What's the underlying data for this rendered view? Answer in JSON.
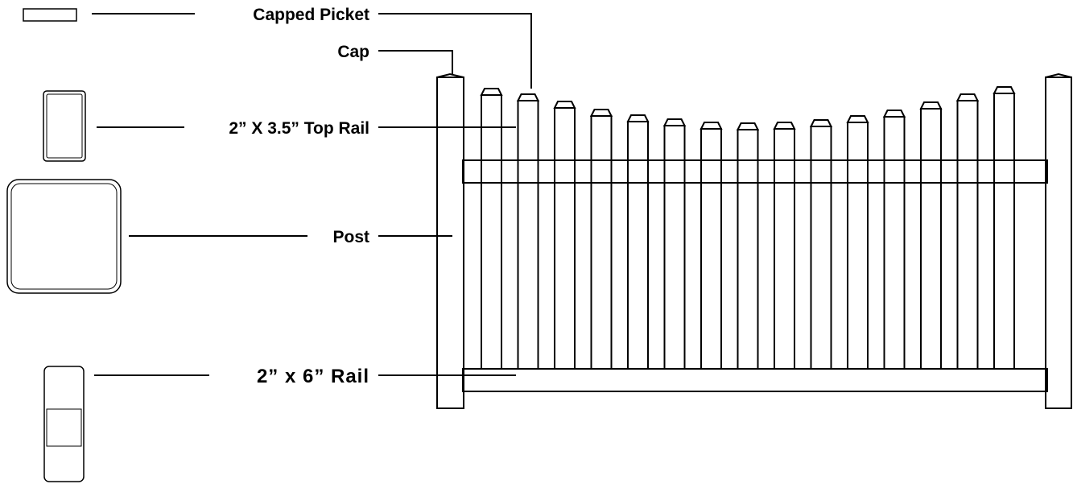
{
  "labels": {
    "capped_picket": "Capped Picket",
    "cap": "Cap",
    "top_rail": "2” X 3.5” Top Rail",
    "post": "Post",
    "bottom_rail": "2” x 6” Rail"
  },
  "profiles": [
    "cap-profile",
    "top-rail-profile",
    "post-profile",
    "bottom-rail-profile"
  ],
  "fence": {
    "picket_count": 15,
    "post_count": 2,
    "rail_count": 2
  },
  "colors": {
    "line": "#000000",
    "background": "#ffffff"
  }
}
